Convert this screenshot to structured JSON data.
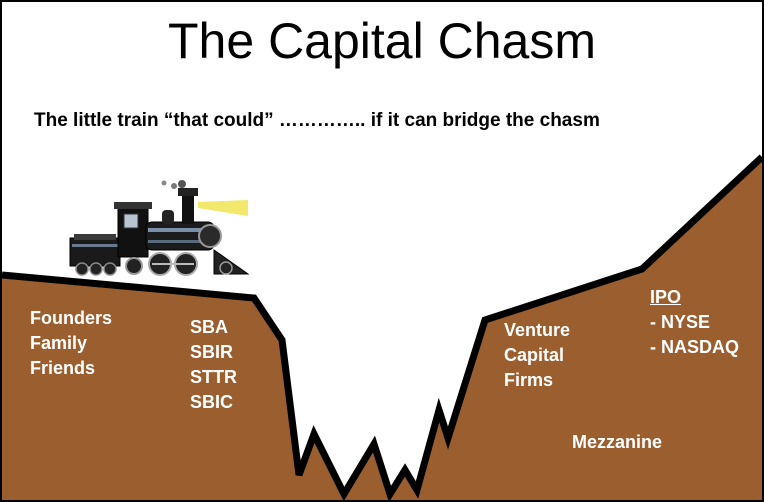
{
  "slide": {
    "title": "The Capital Chasm",
    "subtitle": "The little train “that could” ………….. if it can bridge the chasm"
  },
  "left_bank": {
    "group1": [
      "Founders",
      "Family",
      "Friends"
    ],
    "group2": [
      "SBA",
      "SBIR",
      "STTR",
      "SBIC"
    ]
  },
  "right_bank": {
    "vc": [
      "Venture",
      "Capital",
      "Firms"
    ],
    "ipo_heading": "IPO",
    "ipo_items": [
      "- NYSE",
      "- NASDAQ"
    ],
    "mezzanine": "Mezzanine"
  },
  "colors": {
    "ground": "#9a5e2f",
    "outline": "#000000",
    "background": "#ffffff",
    "label_text": "#ffffff"
  },
  "icons": [
    "steam-locomotive-icon",
    "coal-tender-icon"
  ]
}
